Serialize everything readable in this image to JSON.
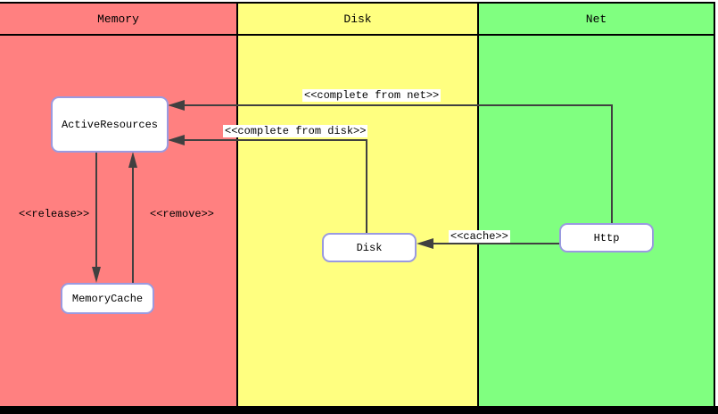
{
  "diagram": {
    "type": "swimlane-activity-diagram",
    "lanes": [
      {
        "label": "Memory",
        "color": "#ff8080"
      },
      {
        "label": "Disk",
        "color": "#ffff80"
      },
      {
        "label": "Net",
        "color": "#80ff80"
      }
    ],
    "nodes": {
      "active_resources": {
        "label": "ActiveResources",
        "lane": "Memory"
      },
      "memory_cache": {
        "label": "MemoryCache",
        "lane": "Memory"
      },
      "disk": {
        "label": "Disk",
        "lane": "Disk"
      },
      "http": {
        "label": "Http",
        "lane": "Net"
      }
    },
    "edges": {
      "complete_from_net": {
        "label": "<<complete from net>>",
        "from": "Http",
        "to": "ActiveResources"
      },
      "complete_from_disk": {
        "label": "<<complete from disk>>",
        "from": "Disk",
        "to": "ActiveResources"
      },
      "cache": {
        "label": "<<cache>>",
        "from": "Http",
        "to": "Disk"
      },
      "release": {
        "label": "<<release>>",
        "from": "ActiveResources",
        "to": "MemoryCache"
      },
      "remove": {
        "label": "<<remove>>",
        "from": "MemoryCache",
        "to": "ActiveResources"
      }
    },
    "colors": {
      "lane_memory": "#ff8080",
      "lane_disk": "#ffff80",
      "lane_net": "#80ff80",
      "lane_border": "#000000",
      "connector_line": "#404040",
      "node_border": "#9a9ae0",
      "node_fill": "#ffffff",
      "label_background": "#ffffff"
    }
  }
}
